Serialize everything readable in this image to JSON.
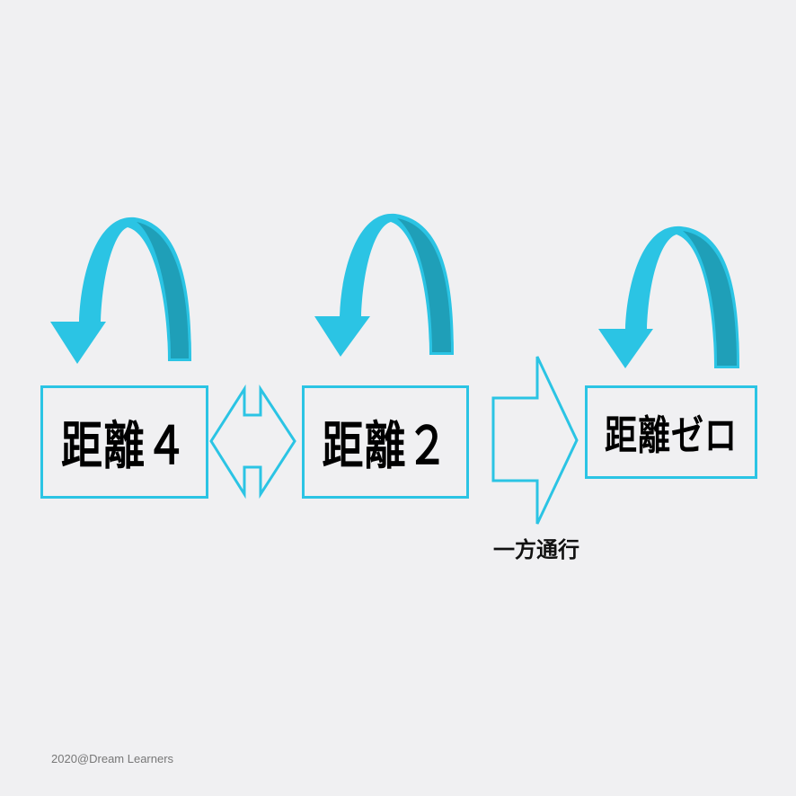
{
  "colors": {
    "background": "#f0f0f2",
    "accent": "#2bc4e4",
    "accent_dark": "#1f9fb8",
    "text": "#000000",
    "footer_text": "#777777"
  },
  "nodes": [
    {
      "id": "distance-4",
      "label": "距離４",
      "self_loop_icon": "curved-arrow-down-icon"
    },
    {
      "id": "distance-2",
      "label": "距離２",
      "self_loop_icon": "curved-arrow-down-icon"
    },
    {
      "id": "distance-zero",
      "label": "距離ゼロ",
      "self_loop_icon": "curved-arrow-down-icon"
    }
  ],
  "edges": [
    {
      "from": "distance-4",
      "to": "distance-2",
      "type": "bidirectional",
      "icon": "double-arrow-icon"
    },
    {
      "from": "distance-2",
      "to": "distance-zero",
      "type": "one-way",
      "icon": "right-arrow-icon",
      "label": "一方通行"
    }
  ],
  "footer": {
    "text": "2020@Dream Learners"
  }
}
